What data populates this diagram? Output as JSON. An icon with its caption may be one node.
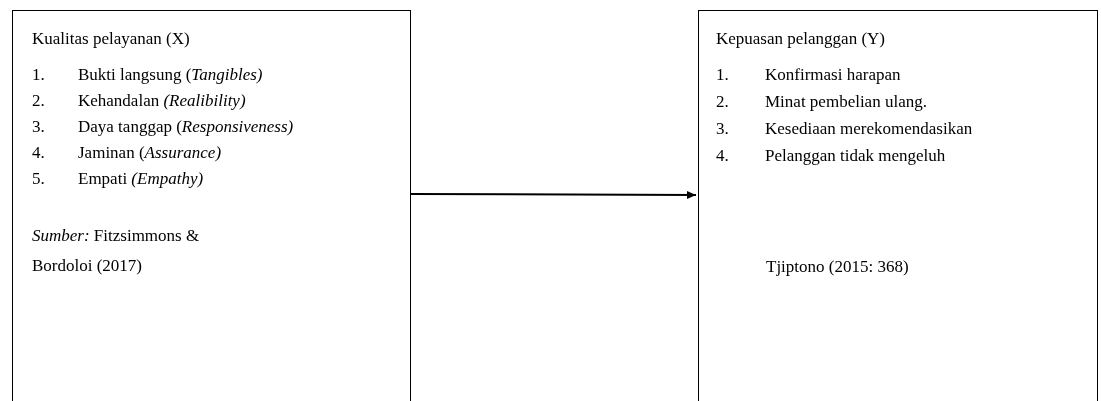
{
  "diagram": {
    "nodes": [
      {
        "text": [
          "Kualitas pelayanan (X)",
          "1. Bukti langsung (*Tangibles)*",
          "2. Kehandalan *(Realibility)*",
          "3. Daya tanggap (*Responsiveness)*",
          "4. Jaminan (*Assurance)*",
          "5.  Empati *(Empathy)*",
          "*Sumber:* Fitzsimmons & Bordoloi (2017)"
        ]
      },
      {
        "text": [
          "Kepuasan pelanggan (Y)",
          "1. Konfirmasi harapan",
          "2. Minat pembelian ulang.",
          "3. Kesediaan merekomendasikan",
          "4. Pelanggan tidak mengeluh",
          "Tjiptono (2015: 368)"
        ]
      }
    ],
    "edges": [
      {
        "from": 0,
        "to": 1,
        "arrow": "to"
      }
    ]
  }
}
